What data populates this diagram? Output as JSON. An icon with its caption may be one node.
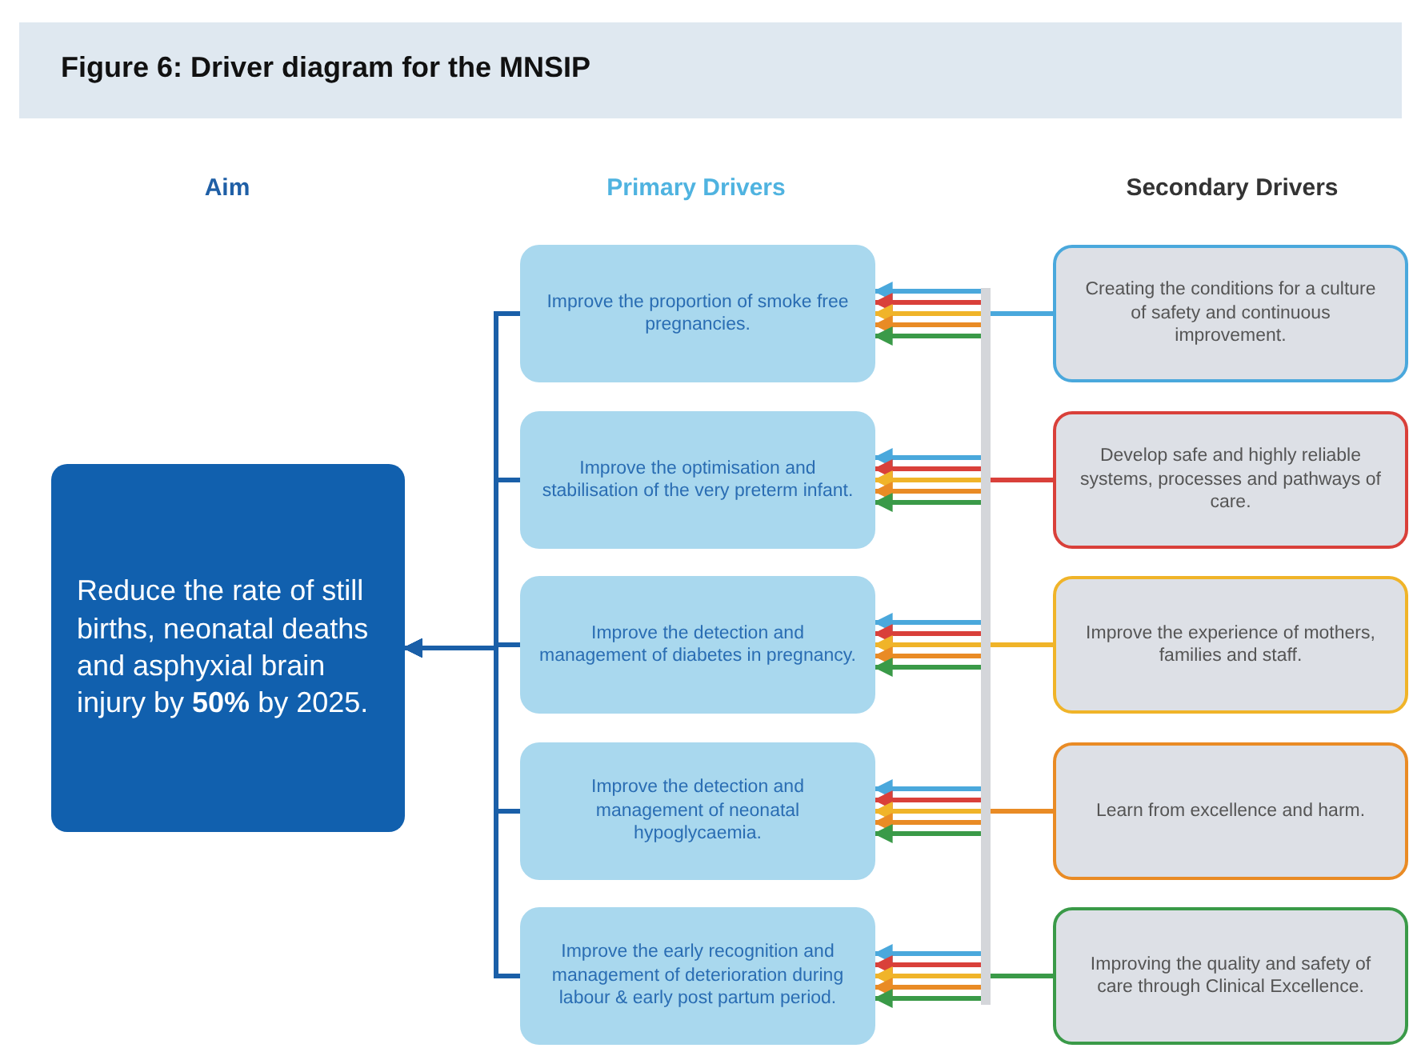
{
  "diagram": {
    "title": "Figure 6: Driver diagram for the MNSIP",
    "nodes": [
      {
        "text": [
          "Reduce the rate of still births, neonatal deaths and asphyxial brain injury by **50%** by 2025."
        ]
      },
      {
        "text": [
          "Improve the proportion of smoke free pregnancies."
        ]
      },
      {
        "text": [
          "Improve the optimisation and stabilisation of the very preterm infant."
        ]
      },
      {
        "text": [
          "Improve the detection and management of diabetes in pregnancy."
        ]
      },
      {
        "text": [
          "Improve the detection and management of neonatal hypoglycaemia."
        ]
      },
      {
        "text": [
          "Improve the early recognition and management of deterioration during labour & early post partum period."
        ]
      },
      {
        "text": [
          "Creating the conditions for a culture of safety and continuous improvement."
        ]
      },
      {
        "text": [
          "Develop safe and highly reliable systems, processes and pathways of care."
        ]
      },
      {
        "text": [
          "Improve the experience of mothers, families and staff."
        ]
      },
      {
        "text": [
          "Learn from excellence and harm."
        ]
      },
      {
        "text": [
          "Improving the quality and safety of care through Clinical Excellence."
        ]
      }
    ],
    "edges": [
      {
        "from": 1,
        "to": 0,
        "arrow": "to",
        "color": "#1a5fa8"
      },
      {
        "from": 2,
        "to": 0,
        "arrow": "to",
        "color": "#1a5fa8"
      },
      {
        "from": 3,
        "to": 0,
        "arrow": "to",
        "color": "#1a5fa8"
      },
      {
        "from": 4,
        "to": 0,
        "arrow": "to",
        "color": "#1a5fa8"
      },
      {
        "from": 5,
        "to": 0,
        "arrow": "to",
        "color": "#1a5fa8"
      },
      {
        "from": 6,
        "to": 1,
        "arrow": "to",
        "color": "#4aa8dc"
      },
      {
        "from": 6,
        "to": 2,
        "arrow": "to",
        "color": "#4aa8dc"
      },
      {
        "from": 6,
        "to": 3,
        "arrow": "to",
        "color": "#4aa8dc"
      },
      {
        "from": 6,
        "to": 4,
        "arrow": "to",
        "color": "#4aa8dc"
      },
      {
        "from": 6,
        "to": 5,
        "arrow": "to",
        "color": "#4aa8dc"
      },
      {
        "from": 7,
        "to": 1,
        "arrow": "to",
        "color": "#d9403a"
      },
      {
        "from": 7,
        "to": 2,
        "arrow": "to",
        "color": "#d9403a"
      },
      {
        "from": 7,
        "to": 3,
        "arrow": "to",
        "color": "#d9403a"
      },
      {
        "from": 7,
        "to": 4,
        "arrow": "to",
        "color": "#d9403a"
      },
      {
        "from": 7,
        "to": 5,
        "arrow": "to",
        "color": "#d9403a"
      },
      {
        "from": 8,
        "to": 1,
        "arrow": "to",
        "color": "#f0b429"
      },
      {
        "from": 8,
        "to": 2,
        "arrow": "to",
        "color": "#f0b429"
      },
      {
        "from": 8,
        "to": 3,
        "arrow": "to",
        "color": "#f0b429"
      },
      {
        "from": 8,
        "to": 4,
        "arrow": "to",
        "color": "#f0b429"
      },
      {
        "from": 8,
        "to": 5,
        "arrow": "to",
        "color": "#f0b429"
      },
      {
        "from": 9,
        "to": 1,
        "arrow": "to",
        "color": "#e98b25"
      },
      {
        "from": 9,
        "to": 2,
        "arrow": "to",
        "color": "#e98b25"
      },
      {
        "from": 9,
        "to": 3,
        "arrow": "to",
        "color": "#e98b25"
      },
      {
        "from": 9,
        "to": 4,
        "arrow": "to",
        "color": "#e98b25"
      },
      {
        "from": 9,
        "to": 5,
        "arrow": "to",
        "color": "#e98b25"
      },
      {
        "from": 10,
        "to": 1,
        "arrow": "to",
        "color": "#3a9a48"
      },
      {
        "from": 10,
        "to": 2,
        "arrow": "to",
        "color": "#3a9a48"
      },
      {
        "from": 10,
        "to": 3,
        "arrow": "to",
        "color": "#3a9a48"
      },
      {
        "from": 10,
        "to": 4,
        "arrow": "to",
        "color": "#3a9a48"
      },
      {
        "from": 10,
        "to": 5,
        "arrow": "to",
        "color": "#3a9a48"
      }
    ],
    "labels": [
      "Aim",
      "Primary Drivers",
      "Secondary Drivers"
    ]
  }
}
